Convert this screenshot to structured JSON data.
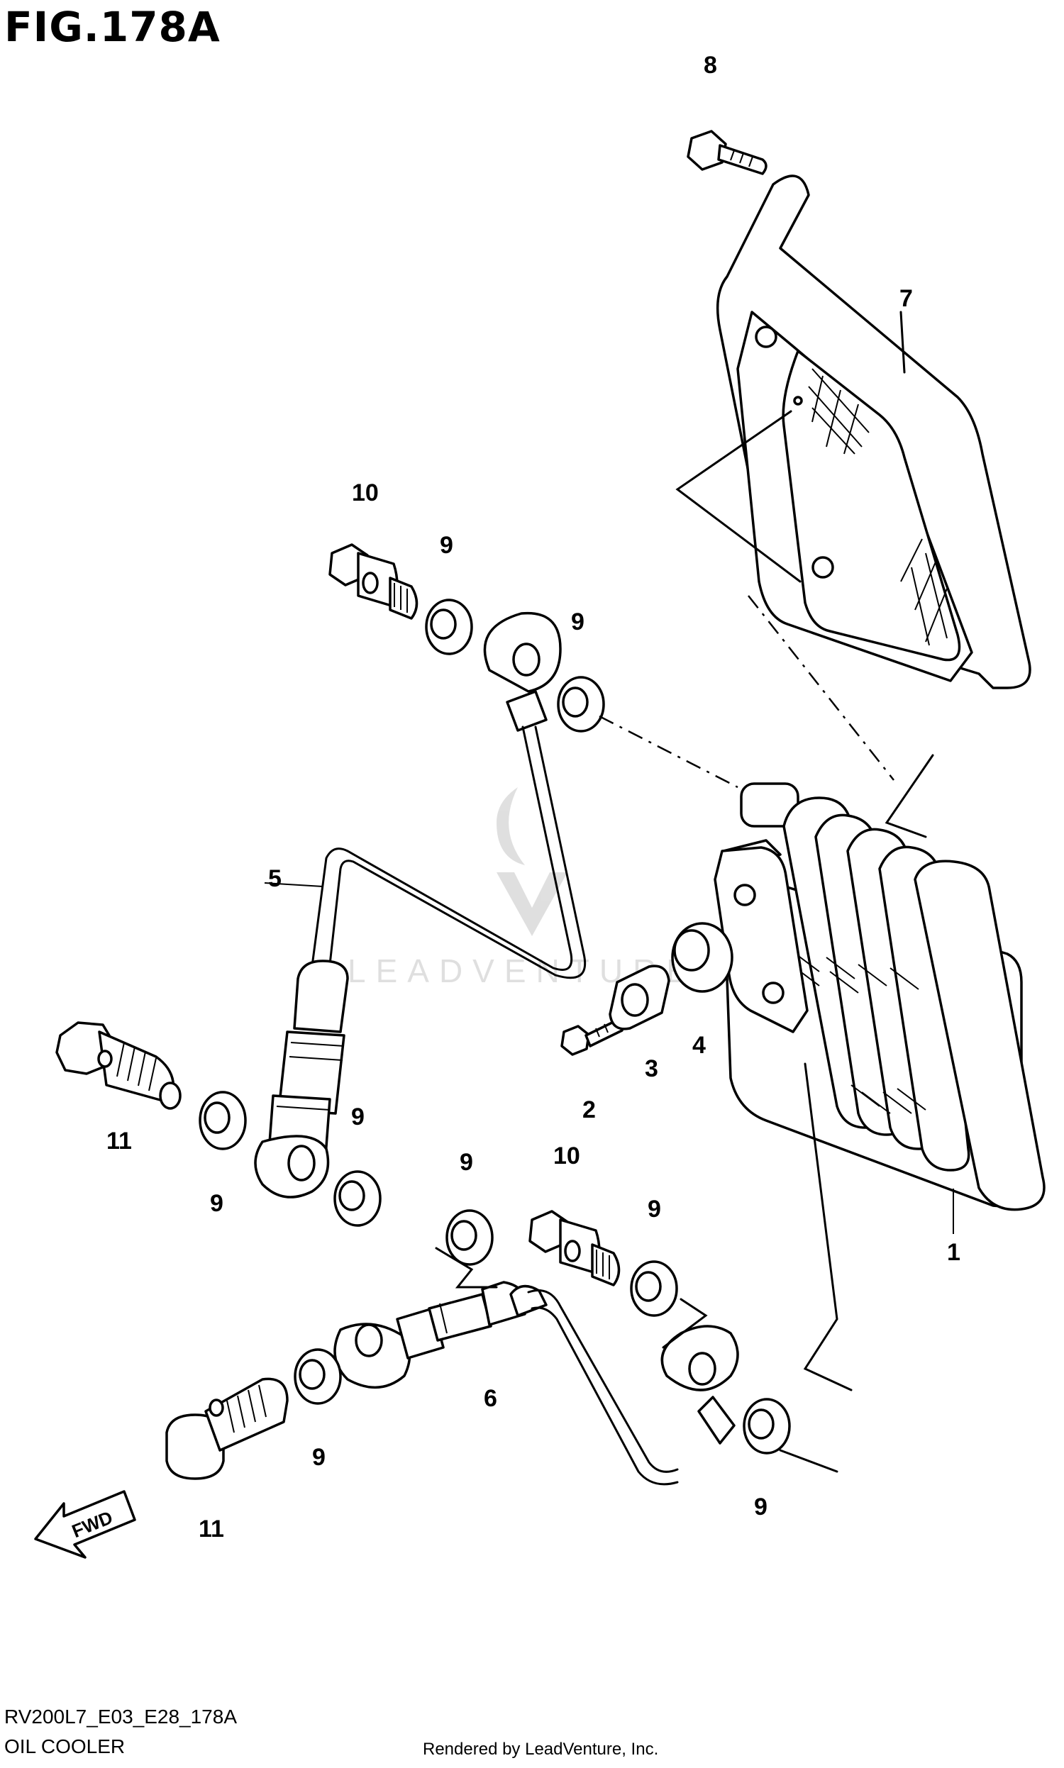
{
  "figure": {
    "title": "FIG.178A",
    "code": "RV200L7_E03_E28_178A",
    "name": "OIL COOLER",
    "credit": "Rendered by LeadVenture, Inc.",
    "watermark": "LEADVENTURE"
  },
  "callouts": [
    "1",
    "2",
    "3",
    "4",
    "5",
    "6",
    "7",
    "8",
    "9",
    "10",
    "11",
    "FWD"
  ]
}
